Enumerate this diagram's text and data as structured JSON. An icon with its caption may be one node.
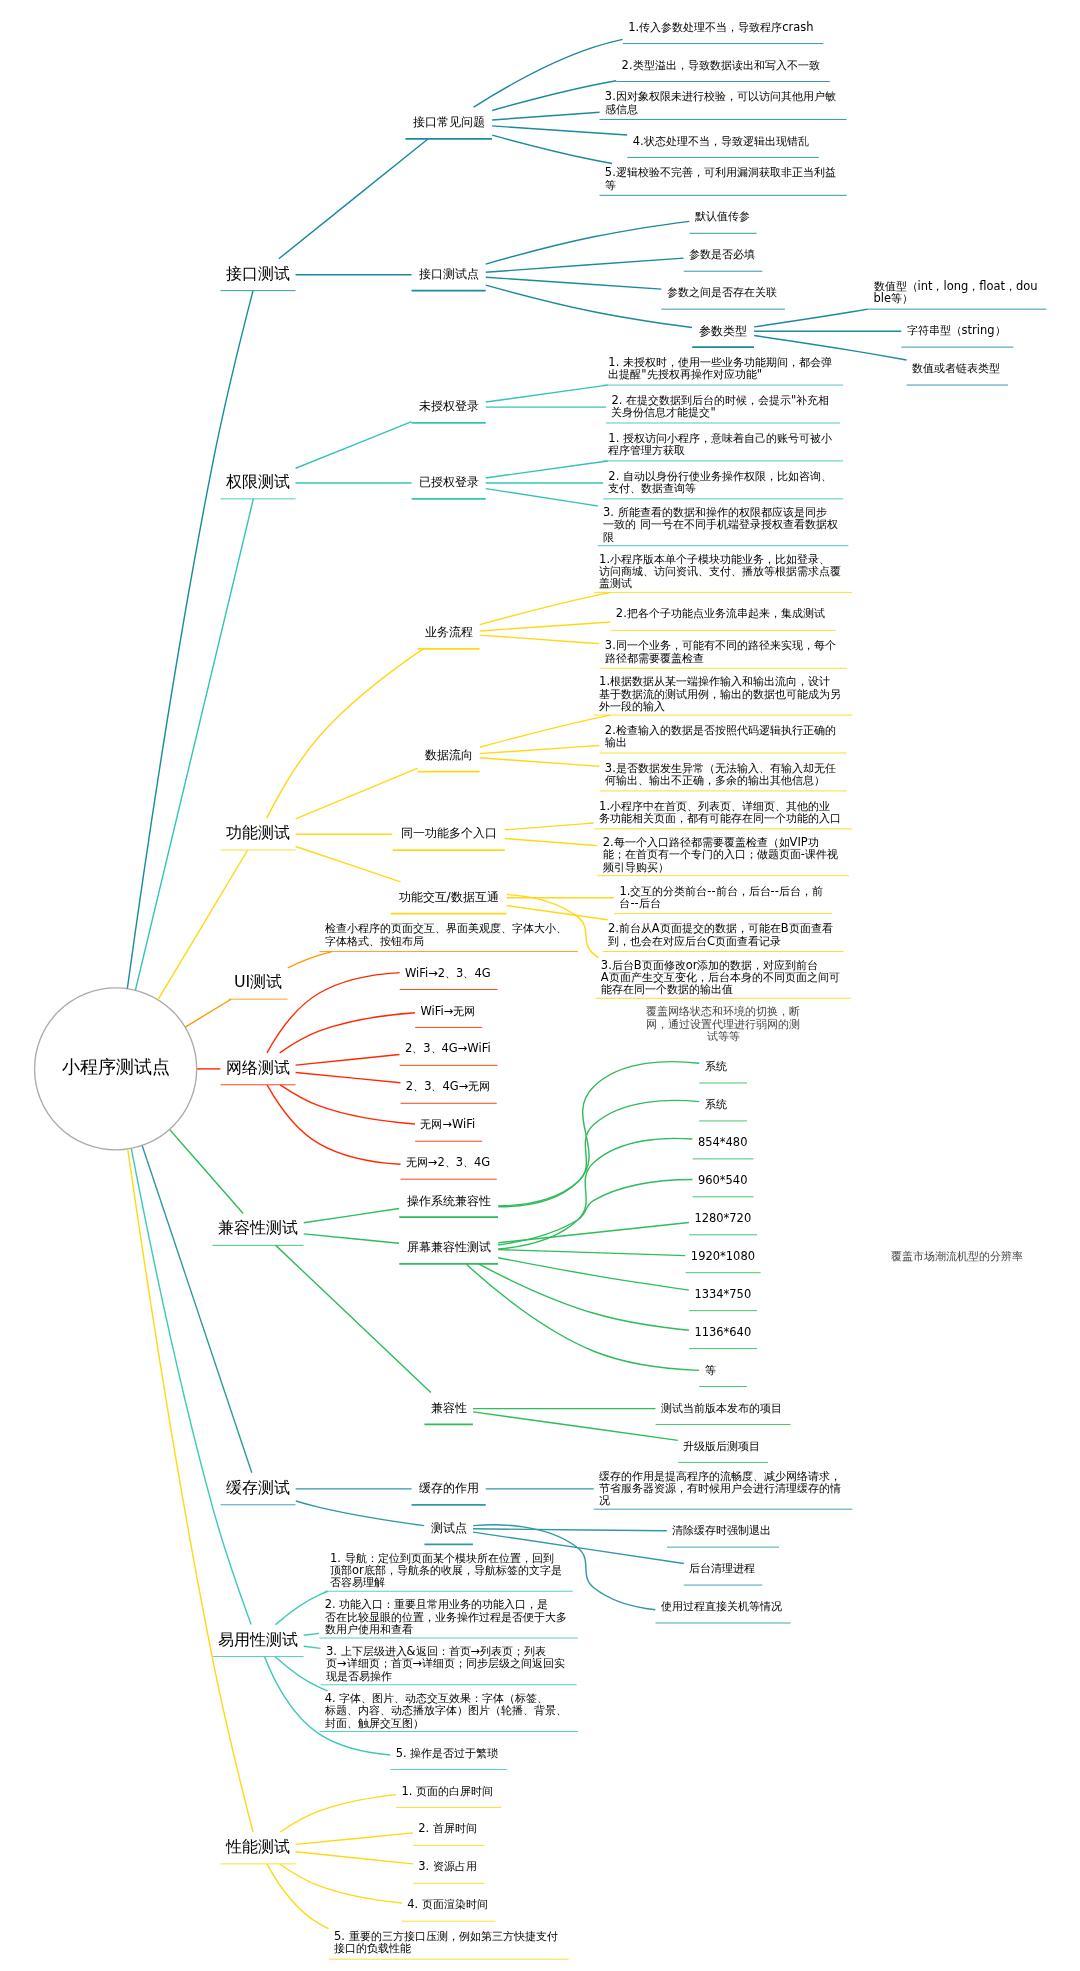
{
  "diagram": {
    "nodes": [
      {
        "text": [
          "小程序测试点"
        ]
      },
      {
        "text": [
          "接口测试"
        ]
      },
      {
        "text": [
          "接口常见问题"
        ]
      },
      {
        "text": [
          "1.传入参数处理不当，导致程序crash"
        ]
      },
      {
        "text": [
          "2.类型溢出，导致数据读出和写入不一致"
        ]
      },
      {
        "text": [
          "3.因对象权限未进行校验，可以访问其他用户敏感信息"
        ]
      },
      {
        "text": [
          "4.状态处理不当，导致逻辑出现错乱"
        ]
      },
      {
        "text": [
          "5.逻辑校验不完善，可利用漏洞获取非正当利益等"
        ]
      },
      {
        "text": [
          "接口测试点"
        ]
      },
      {
        "text": [
          "默认值传参"
        ]
      },
      {
        "text": [
          "参数是否必填"
        ]
      },
      {
        "text": [
          "参数之间是否存在关联"
        ]
      },
      {
        "text": [
          "参数类型"
        ]
      },
      {
        "text": [
          "数值型（int，long，float，double等）"
        ]
      },
      {
        "text": [
          "字符串型（string）"
        ]
      },
      {
        "text": [
          "数值或者链表类型"
        ]
      },
      {
        "text": [
          "权限测试"
        ]
      },
      {
        "text": [
          "未授权登录"
        ]
      },
      {
        "text": [
          "1. 未授权时，使用一些业务功能期间，都会弹出提醒\"先授权再操作对应功能\""
        ]
      },
      {
        "text": [
          "2. 在提交数据到后台的时候，会提示\"补充相关身份信息才能提交\""
        ]
      },
      {
        "text": [
          "已授权登录"
        ]
      },
      {
        "text": [
          "1. 授权访问小程序，意味着自己的账号可被小程序管理方获取"
        ]
      },
      {
        "text": [
          "2. 自动以身份行使业务操作权限，比如咨询、支付、数据查询等"
        ]
      },
      {
        "text": [
          "3. 所能查看的数据和操作的权限都应该是同步一致的 同一号在不同手机端登录授权查看数据权限"
        ]
      },
      {
        "text": [
          "功能测试"
        ]
      },
      {
        "text": [
          "业务流程"
        ]
      },
      {
        "text": [
          "1.小程序版本单个子模块功能业务，比如登录、访问商城、访问资讯、支付、播放等根据需求点覆盖测试"
        ]
      },
      {
        "text": [
          "2.把各个子功能点业务流串起来，集成测试"
        ]
      },
      {
        "text": [
          "3.同一个业务，可能有不同的路径来实现，每个路径都需要覆盖检查"
        ]
      },
      {
        "text": [
          "数据流向"
        ]
      },
      {
        "text": [
          "1.根据数据从某一端操作输入和输出流向，设计基于数据流的测试用例，输出的数据也可能成为另外一段的输入"
        ]
      },
      {
        "text": [
          "2.检查输入的数据是否按照代码逻辑执行正确的输出"
        ]
      },
      {
        "text": [
          "3.是否数据发生异常（无法输入、有输入却无任何输出、输出不正确，多余的输出其他信息）"
        ]
      },
      {
        "text": [
          "同一功能多个入口"
        ]
      },
      {
        "text": [
          "1.小程序中在首页、列表页、详细页、其他的业务功能相关页面，都有可能存在同一个功能的入口"
        ]
      },
      {
        "text": [
          "2.每一个入口路径都需要覆盖检查（如VIP功能；在首页有一个专门的入口；做题页面-课件视频引导购买）"
        ]
      },
      {
        "text": [
          "功能交互/数据互通"
        ]
      },
      {
        "text": [
          "1.交互的分类前台--前台，后台--后台，前台--后台"
        ]
      },
      {
        "text": [
          "2.前台从A页面提交的数据，可能在B页面查看到，也会在对应后台C页面查看记录"
        ]
      },
      {
        "text": [
          "3.后台B页面修改or添加的数据，对应到前台A页面产生交互变化，后台本身的不同页面之间可能存在同一个数据的输出值"
        ]
      },
      {
        "text": [
          "UI测试"
        ]
      },
      {
        "text": [
          "检查小程序的页面交互、界面美观度、字体大小、字体格式、按钮布局"
        ]
      },
      {
        "text": [
          "网络测试"
        ]
      },
      {
        "text": [
          "WiFi→2、3、4G"
        ]
      },
      {
        "text": [
          "WiFi→无网"
        ]
      },
      {
        "text": [
          "2、3、4G→WiFi"
        ]
      },
      {
        "text": [
          "2、3、4G→无网"
        ]
      },
      {
        "text": [
          "无网→WiFi"
        ]
      },
      {
        "text": [
          "无网→2、3、4G"
        ]
      },
      {
        "text": [
          "兼容性测试"
        ]
      },
      {
        "text": [
          "操作系统兼容性"
        ]
      },
      {
        "text": [
          "系统"
        ]
      },
      {
        "text": [
          "系统"
        ]
      },
      {
        "text": [
          "屏幕兼容性测试"
        ]
      },
      {
        "text": [
          "854*480"
        ]
      },
      {
        "text": [
          "960*540"
        ]
      },
      {
        "text": [
          "1280*720"
        ]
      },
      {
        "text": [
          "1920*1080"
        ]
      },
      {
        "text": [
          "1334*750"
        ]
      },
      {
        "text": [
          "1136*640"
        ]
      },
      {
        "text": [
          "等"
        ]
      },
      {
        "text": [
          "兼容性"
        ]
      },
      {
        "text": [
          "测试当前版本发布的项目"
        ]
      },
      {
        "text": [
          "升级版后测项目"
        ]
      },
      {
        "text": [
          "缓存测试"
        ]
      },
      {
        "text": [
          "缓存的作用"
        ]
      },
      {
        "text": [
          "缓存的作用是提高程序的流畅度、减少网络请求，节省服务器资源，有时候用户会进行清理缓存的情况"
        ]
      },
      {
        "text": [
          "测试点"
        ]
      },
      {
        "text": [
          "清除缓存时强制退出"
        ]
      },
      {
        "text": [
          "后台清理进程"
        ]
      },
      {
        "text": [
          "使用过程直接关机等情况"
        ]
      },
      {
        "text": [
          "易用性测试"
        ]
      },
      {
        "text": [
          "1. 导航：定位到页面某个模块所在位置，回到顶部or底部，导航条的收展，导航标签的文字是否容易理解"
        ]
      },
      {
        "text": [
          "2. 功能入口：重要且常用业务的功能入口，是否在比较显眼的位置，业务操作过程是否便于大多数用户使用和查看"
        ]
      },
      {
        "text": [
          "3. 上下层级进入&返回：首页→列表页；列表页→详细页；首页→详细页；同步层级之间返回实现是否易操作"
        ]
      },
      {
        "text": [
          "4. 字体、图片、动态交互效果：字体（标签、标题、内容、动态播放字体）图片（轮播、背景、封面、触屏交互图）"
        ]
      },
      {
        "text": [
          "5. 操作是否过于繁琐"
        ]
      },
      {
        "text": [
          "性能测试"
        ]
      },
      {
        "text": [
          "1. 页面的白屏时间"
        ]
      },
      {
        "text": [
          "2. 首屏时间"
        ]
      },
      {
        "text": [
          "3. 资源占用"
        ]
      },
      {
        "text": [
          "4. 页面渲染时间"
        ]
      },
      {
        "text": [
          "5. 重要的三方接口压测，例如第三方快捷支付接口的负载性能"
        ]
      }
    ],
    "edges": [
      {
        "from": 0,
        "to": 1,
        "arrow": "none",
        "color": "#1a8a9c"
      },
      {
        "from": 1,
        "to": 2,
        "arrow": "none",
        "color": "#1a8a9c"
      },
      {
        "from": 2,
        "to": 3,
        "arrow": "none",
        "color": "#1a8a9c"
      },
      {
        "from": 2,
        "to": 4,
        "arrow": "none",
        "color": "#1a8a9c"
      },
      {
        "from": 2,
        "to": 5,
        "arrow": "none",
        "color": "#1a8a9c"
      },
      {
        "from": 2,
        "to": 6,
        "arrow": "none",
        "color": "#1a8a9c"
      },
      {
        "from": 2,
        "to": 7,
        "arrow": "none",
        "color": "#1a8a9c"
      },
      {
        "from": 1,
        "to": 8,
        "arrow": "none",
        "color": "#1a8a9c"
      },
      {
        "from": 8,
        "to": 9,
        "arrow": "none",
        "color": "#1a8a9c"
      },
      {
        "from": 8,
        "to": 10,
        "arrow": "none",
        "color": "#1a8a9c"
      },
      {
        "from": 8,
        "to": 11,
        "arrow": "none",
        "color": "#1a8a9c"
      },
      {
        "from": 8,
        "to": 12,
        "arrow": "none",
        "color": "#1a8a9c"
      },
      {
        "from": 12,
        "to": 13,
        "arrow": "none",
        "color": "#1a8a9c"
      },
      {
        "from": 12,
        "to": 14,
        "arrow": "none",
        "color": "#1a8a9c"
      },
      {
        "from": 12,
        "to": 15,
        "arrow": "none",
        "color": "#1a8a9c"
      },
      {
        "from": 0,
        "to": 16,
        "arrow": "none",
        "color": "#34c3b8"
      },
      {
        "from": 16,
        "to": 17,
        "arrow": "none",
        "color": "#34c3b8"
      },
      {
        "from": 17,
        "to": 18,
        "arrow": "none",
        "color": "#34c3b8"
      },
      {
        "from": 17,
        "to": 19,
        "arrow": "none",
        "color": "#34c3b8"
      },
      {
        "from": 16,
        "to": 20,
        "arrow": "none",
        "color": "#34c3b8"
      },
      {
        "from": 20,
        "to": 21,
        "arrow": "none",
        "color": "#34c3b8"
      },
      {
        "from": 20,
        "to": 22,
        "arrow": "none",
        "color": "#34c3b8"
      },
      {
        "from": 20,
        "to": 23,
        "arrow": "none",
        "color": "#34c3b8"
      },
      {
        "from": 0,
        "to": 24,
        "arrow": "none",
        "color": "#ffd814"
      },
      {
        "from": 24,
        "to": 25,
        "arrow": "none",
        "color": "#ffd814"
      },
      {
        "from": 25,
        "to": 26,
        "arrow": "none",
        "color": "#ffd814"
      },
      {
        "from": 25,
        "to": 27,
        "arrow": "none",
        "color": "#ffd814"
      },
      {
        "from": 25,
        "to": 28,
        "arrow": "none",
        "color": "#ffd814"
      },
      {
        "from": 24,
        "to": 29,
        "arrow": "none",
        "color": "#ffd814"
      },
      {
        "from": 29,
        "to": 30,
        "arrow": "none",
        "color": "#ffd814"
      },
      {
        "from": 29,
        "to": 31,
        "arrow": "none",
        "color": "#ffd814"
      },
      {
        "from": 29,
        "to": 32,
        "arrow": "none",
        "color": "#ffd814"
      },
      {
        "from": 24,
        "to": 33,
        "arrow": "none",
        "color": "#ffd814"
      },
      {
        "from": 33,
        "to": 34,
        "arrow": "none",
        "color": "#ffd814"
      },
      {
        "from": 33,
        "to": 35,
        "arrow": "none",
        "color": "#ffd814"
      },
      {
        "from": 24,
        "to": 36,
        "arrow": "none",
        "color": "#ffd814"
      },
      {
        "from": 36,
        "to": 37,
        "arrow": "none",
        "color": "#ffd814"
      },
      {
        "from": 36,
        "to": 38,
        "arrow": "none",
        "color": "#ffd814"
      },
      {
        "from": 36,
        "to": 39,
        "arrow": "none",
        "color": "#ffd814"
      },
      {
        "from": 0,
        "to": 40,
        "arrow": "none",
        "color": "#ff9a00"
      },
      {
        "from": 40,
        "to": 41,
        "arrow": "none",
        "color": "#ff9a00"
      },
      {
        "from": 0,
        "to": 42,
        "arrow": "none",
        "color": "#ff2a00"
      },
      {
        "from": 42,
        "to": 43,
        "arrow": "none",
        "color": "#ff2a00"
      },
      {
        "from": 42,
        "to": 44,
        "arrow": "none",
        "color": "#ff2a00"
      },
      {
        "from": 42,
        "to": 45,
        "arrow": "none",
        "color": "#ff2a00"
      },
      {
        "from": 42,
        "to": 46,
        "arrow": "none",
        "color": "#ff2a00"
      },
      {
        "from": 42,
        "to": 47,
        "arrow": "none",
        "color": "#ff2a00"
      },
      {
        "from": 42,
        "to": 48,
        "arrow": "none",
        "color": "#ff2a00"
      },
      {
        "from": 0,
        "to": 49,
        "arrow": "none",
        "color": "#2ebd59"
      },
      {
        "from": 49,
        "to": 50,
        "arrow": "none",
        "color": "#2ebd59"
      },
      {
        "from": 50,
        "to": 51,
        "arrow": "none",
        "color": "#2ebd59"
      },
      {
        "from": 50,
        "to": 52,
        "arrow": "none",
        "color": "#2ebd59"
      },
      {
        "from": 49,
        "to": 53,
        "arrow": "none",
        "color": "#2ebd59"
      },
      {
        "from": 53,
        "to": 54,
        "arrow": "none",
        "color": "#2ebd59"
      },
      {
        "from": 53,
        "to": 55,
        "arrow": "none",
        "color": "#2ebd59"
      },
      {
        "from": 53,
        "to": 56,
        "arrow": "none",
        "color": "#2ebd59"
      },
      {
        "from": 53,
        "to": 57,
        "arrow": "none",
        "color": "#2ebd59"
      },
      {
        "from": 53,
        "to": 58,
        "arrow": "none",
        "color": "#2ebd59"
      },
      {
        "from": 53,
        "to": 59,
        "arrow": "none",
        "color": "#2ebd59"
      },
      {
        "from": 53,
        "to": 60,
        "arrow": "none",
        "color": "#2ebd59"
      },
      {
        "from": 49,
        "to": 61,
        "arrow": "none",
        "color": "#2ebd59"
      },
      {
        "from": 61,
        "to": 62,
        "arrow": "none",
        "color": "#2ebd59"
      },
      {
        "from": 61,
        "to": 63,
        "arrow": "none",
        "color": "#2ebd59"
      },
      {
        "from": 0,
        "to": 64,
        "arrow": "none",
        "color": "#2f97a6"
      },
      {
        "from": 64,
        "to": 65,
        "arrow": "none",
        "color": "#2f97a6"
      },
      {
        "from": 65,
        "to": 66,
        "arrow": "none",
        "color": "#2f97a6"
      },
      {
        "from": 64,
        "to": 67,
        "arrow": "none",
        "color": "#2f97a6"
      },
      {
        "from": 67,
        "to": 68,
        "arrow": "none",
        "color": "#2f97a6"
      },
      {
        "from": 67,
        "to": 69,
        "arrow": "none",
        "color": "#2f97a6"
      },
      {
        "from": 67,
        "to": 70,
        "arrow": "none",
        "color": "#2f97a6"
      },
      {
        "from": 0,
        "to": 71,
        "arrow": "none",
        "color": "#3cc9b9"
      },
      {
        "from": 71,
        "to": 72,
        "arrow": "none",
        "color": "#3cc9b9"
      },
      {
        "from": 71,
        "to": 73,
        "arrow": "none",
        "color": "#3cc9b9"
      },
      {
        "from": 71,
        "to": 74,
        "arrow": "none",
        "color": "#3cc9b9"
      },
      {
        "from": 71,
        "to": 75,
        "arrow": "none",
        "color": "#3cc9b9"
      },
      {
        "from": 71,
        "to": 76,
        "arrow": "none",
        "color": "#3cc9b9"
      },
      {
        "from": 0,
        "to": 77,
        "arrow": "none",
        "color": "#ffd814"
      },
      {
        "from": 77,
        "to": 78,
        "arrow": "none",
        "color": "#ffd814"
      },
      {
        "from": 77,
        "to": 79,
        "arrow": "none",
        "color": "#ffd814"
      },
      {
        "from": 77,
        "to": 80,
        "arrow": "none",
        "color": "#ffd814"
      },
      {
        "from": 77,
        "to": 81,
        "arrow": "none",
        "color": "#ffd814"
      },
      {
        "from": 77,
        "to": 82,
        "arrow": "none",
        "color": "#ffd814"
      }
    ],
    "labels": [
      "覆盖网络状态和环境的切换，断网，通过设置代理进行弱网的测试等等",
      "覆盖市场潮流机型的分辨率"
    ]
  }
}
